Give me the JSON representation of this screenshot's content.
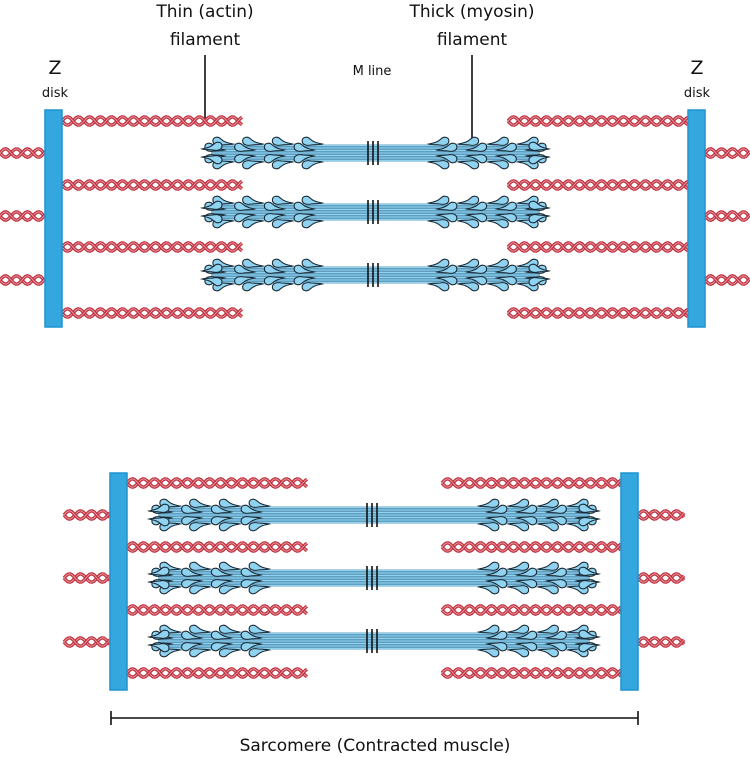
{
  "title": "Sarcomere structure: relaxed vs contracted",
  "colors": {
    "z_disk_fill": "#34a7df",
    "z_disk_stroke": "#1e93d0",
    "actin": "#c0313f",
    "actin_light": "#e9a0a8",
    "myosin_head": "#8fd3f1",
    "myosin_shaft": "#7fbfdd",
    "myosin_shaft_dark": "#5f9ebe",
    "outline": "#1b2a35",
    "m_line": "#111111",
    "text": "#111111"
  },
  "labels": {
    "thin_line1": "Thin (actin)",
    "thin_line2": "filament",
    "thick_line1": "Thick (myosin)",
    "thick_line2": "filament",
    "m_line": "M line",
    "z_left_letter": "Z",
    "z_left_word": "disk",
    "z_right_letter": "Z",
    "z_right_word": "disk",
    "caption": "Sarcomere (Contracted muscle)"
  },
  "panels": [
    {
      "name": "relaxed",
      "thin_filament_rows": 4,
      "thick_filament_rows": 3,
      "outer_filament_rows": 3
    },
    {
      "name": "contracted",
      "thin_filament_rows": 4,
      "thick_filament_rows": 3,
      "outer_filament_rows": 3
    }
  ]
}
